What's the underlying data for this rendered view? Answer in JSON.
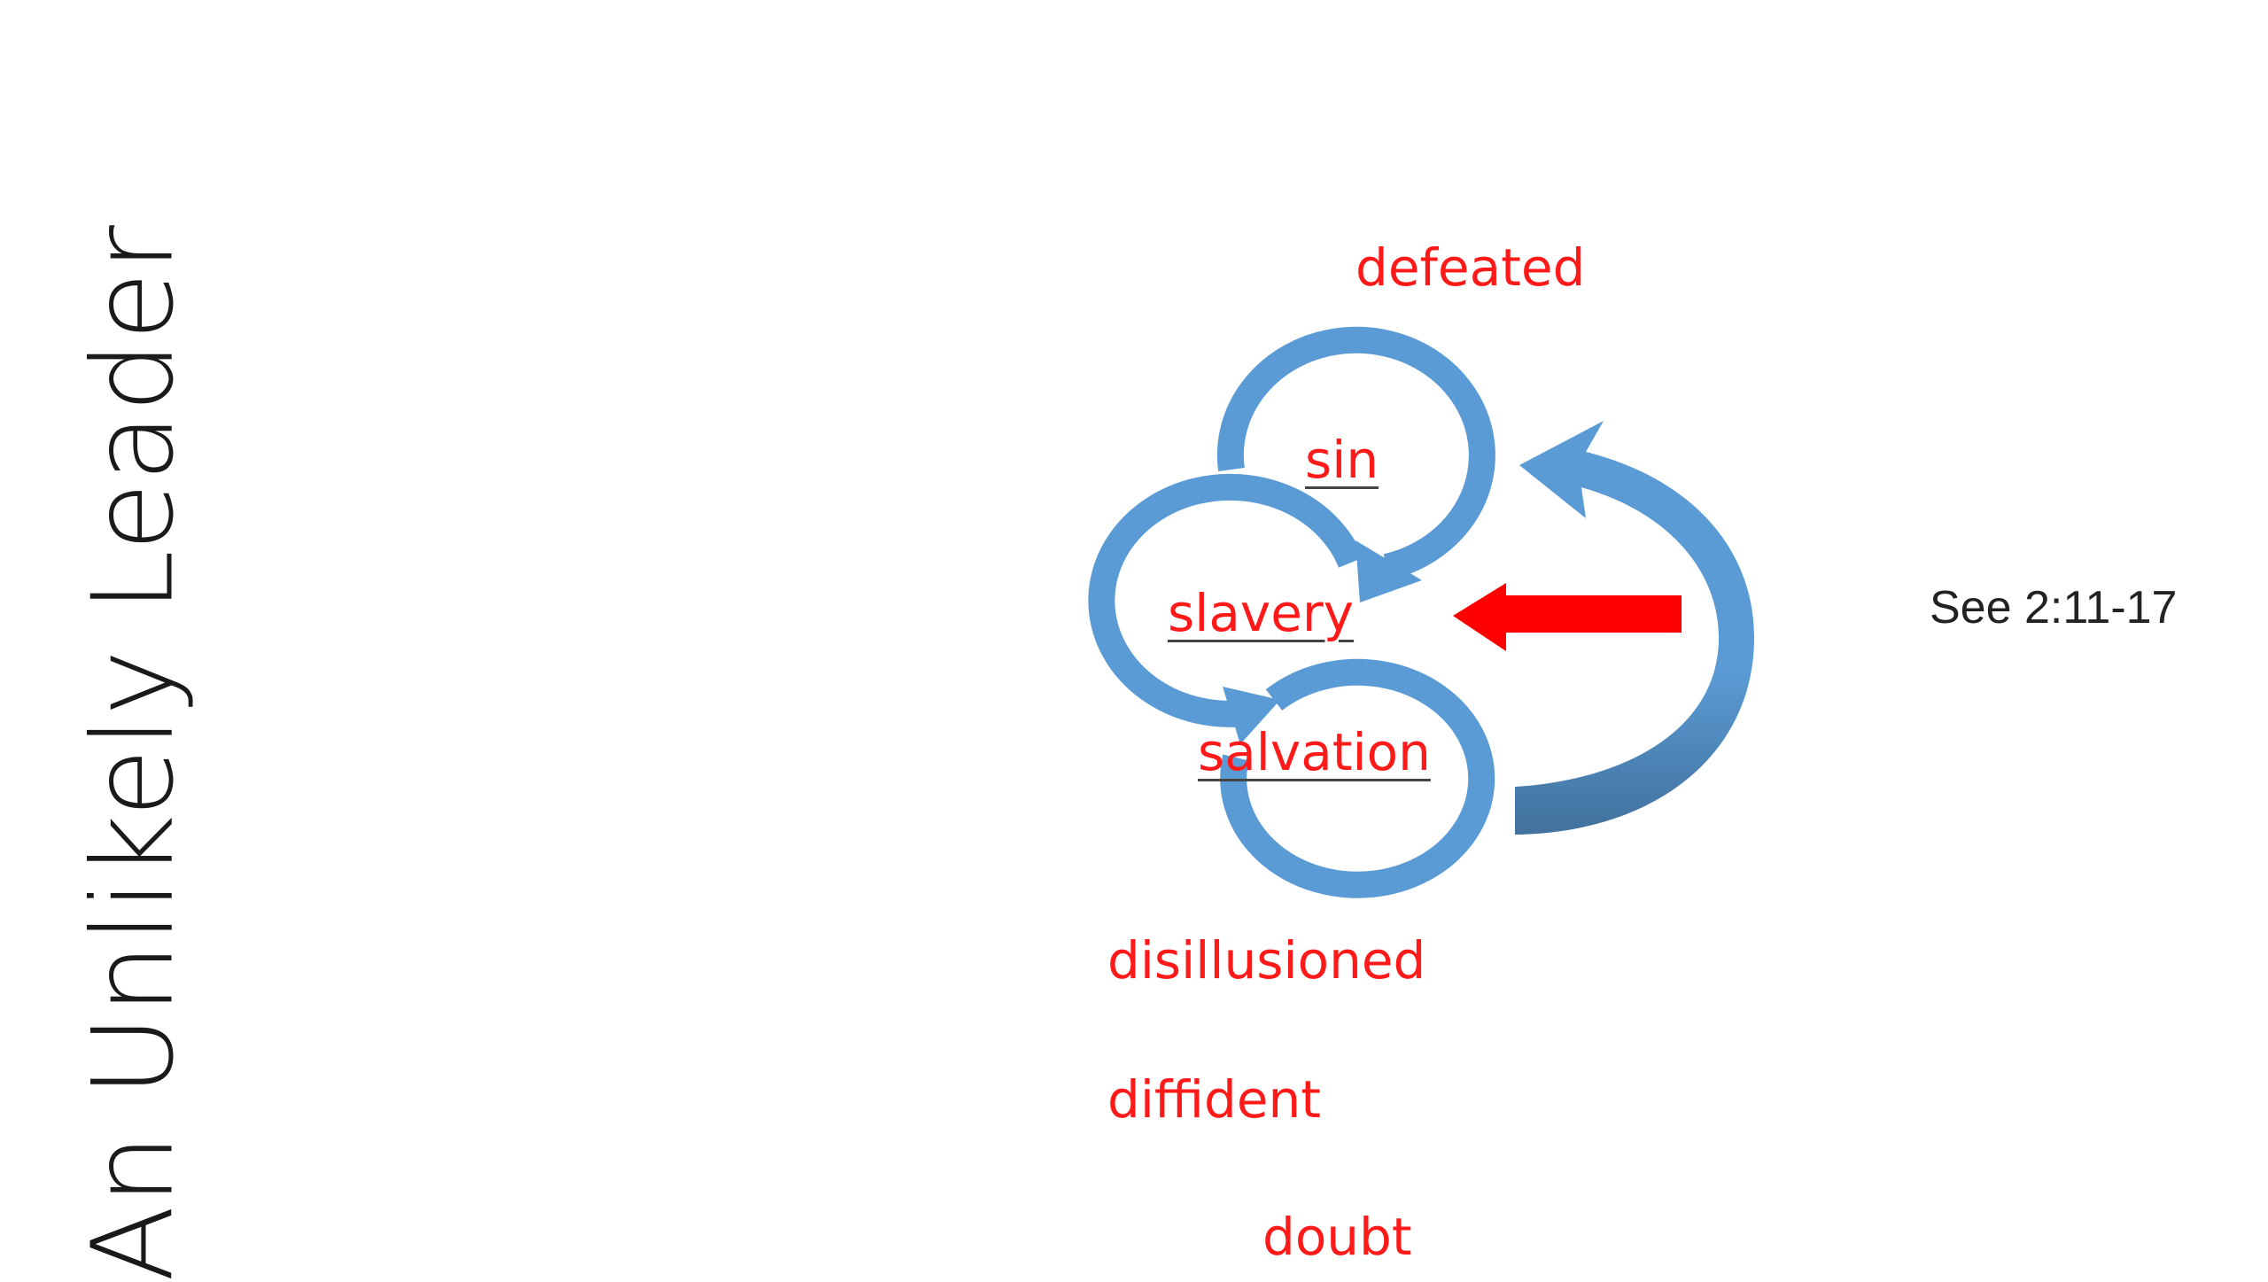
{
  "title": "An Unlikely Leader",
  "words": {
    "defeated": "defeated",
    "disillusioned": "disillusioned",
    "diffident": "diffident",
    "doubt": "doubt"
  },
  "cycle": {
    "sin": "sin",
    "slavery": "slavery",
    "salvation": "salvation"
  },
  "reference": "See 2:11-17",
  "colors": {
    "cycle_arrow": "#5b9bd5",
    "cycle_arrow_dark": "#41719c",
    "pointer_arrow": "#ff0000",
    "word_text": "#ff1a1a"
  }
}
